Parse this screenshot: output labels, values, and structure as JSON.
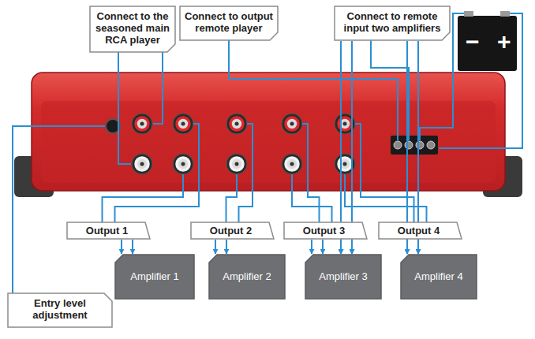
{
  "diagram": {
    "nodes": [
      {
        "text": [
          "Connect to the seasoned main RCA player"
        ]
      },
      {
        "text": [
          "Connect to output remote player"
        ]
      },
      {
        "text": [
          "Connect to remote input two amplifiers"
        ]
      },
      {
        "text": [
          "Output 1"
        ]
      },
      {
        "text": [
          "Output 2"
        ]
      },
      {
        "text": [
          "Output 3"
        ]
      },
      {
        "text": [
          "Output 4"
        ]
      },
      {
        "text": [
          "Amplifier 1"
        ]
      },
      {
        "text": [
          "Amplifier 2"
        ]
      },
      {
        "text": [
          "Amplifier 3"
        ]
      },
      {
        "text": [
          "Amplifier 4"
        ]
      },
      {
        "text": [
          "Entry level adjustment"
        ]
      }
    ],
    "edges": [
      {
        "from": 3,
        "to": 7,
        "arrow": "to"
      },
      {
        "from": 4,
        "to": 8,
        "arrow": "to"
      },
      {
        "from": 5,
        "to": 9,
        "arrow": "to"
      },
      {
        "from": 6,
        "to": 10,
        "arrow": "to"
      },
      {
        "from": 2,
        "to": 7,
        "arrow": "to"
      },
      {
        "from": 2,
        "to": 8,
        "arrow": "to"
      },
      {
        "from": 2,
        "to": 9,
        "arrow": "to"
      },
      {
        "from": 2,
        "to": 10,
        "arrow": "to"
      }
    ],
    "labels": [
      "−",
      "+"
    ]
  }
}
